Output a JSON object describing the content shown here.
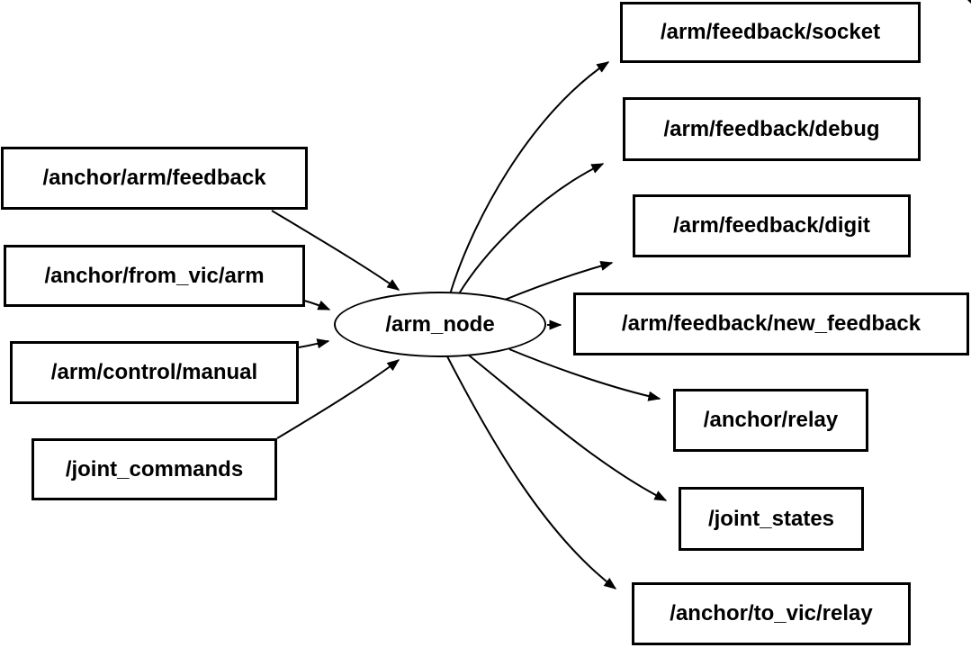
{
  "diagram": {
    "type": "node-graph",
    "center_node": {
      "label": "/arm_node",
      "shape": "ellipse"
    },
    "input_topics": [
      {
        "label": "/anchor/arm/feedback"
      },
      {
        "label": "/anchor/from_vic/arm"
      },
      {
        "label": "/arm/control/manual"
      },
      {
        "label": "/joint_commands"
      }
    ],
    "output_topics": [
      {
        "label": "/arm/feedback/socket"
      },
      {
        "label": "/arm/feedback/debug"
      },
      {
        "label": "/arm/feedback/digit"
      },
      {
        "label": "/arm/feedback/new_feedback"
      },
      {
        "label": "/anchor/relay"
      },
      {
        "label": "/joint_states"
      },
      {
        "label": "/anchor/to_vic/relay"
      }
    ],
    "edges": [
      {
        "from": "/anchor/arm/feedback",
        "to": "/arm_node"
      },
      {
        "from": "/anchor/from_vic/arm",
        "to": "/arm_node"
      },
      {
        "from": "/arm/control/manual",
        "to": "/arm_node"
      },
      {
        "from": "/joint_commands",
        "to": "/arm_node"
      },
      {
        "from": "/arm_node",
        "to": "/arm/feedback/socket"
      },
      {
        "from": "/arm_node",
        "to": "/arm/feedback/debug"
      },
      {
        "from": "/arm_node",
        "to": "/arm/feedback/digit"
      },
      {
        "from": "/arm_node",
        "to": "/arm/feedback/new_feedback"
      },
      {
        "from": "/arm_node",
        "to": "/anchor/relay"
      },
      {
        "from": "/arm_node",
        "to": "/joint_states"
      },
      {
        "from": "/arm_node",
        "to": "/anchor/to_vic/relay"
      }
    ],
    "colors": {
      "stroke": "#000000",
      "node_fill": "#ffffff",
      "background": "#ffffff"
    }
  }
}
